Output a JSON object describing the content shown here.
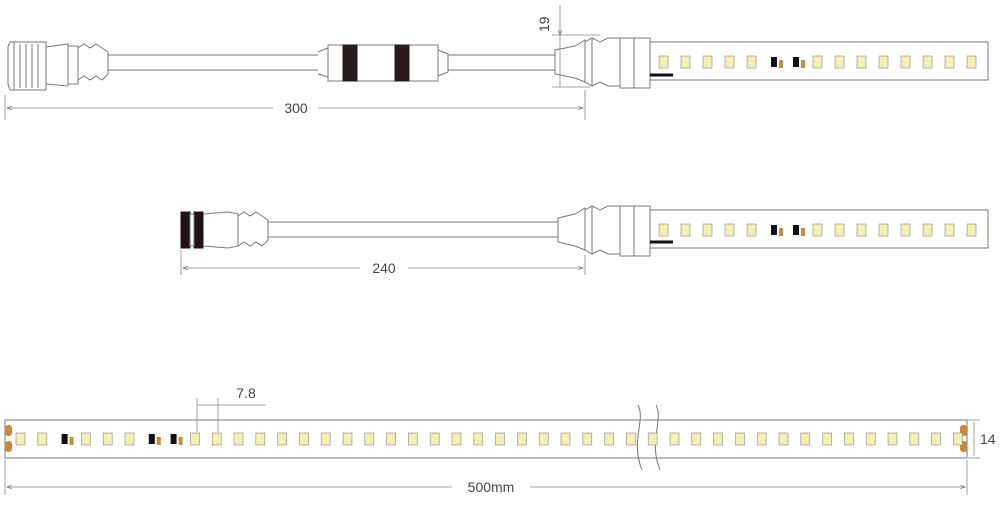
{
  "dimensions": {
    "cable_length_top": "300",
    "cable_length_mid": "240",
    "height_top": "19",
    "led_pitch": "7.8",
    "strip_length": "500mm",
    "strip_width": "14"
  },
  "colors": {
    "line": "#6f6f6f",
    "led": "#f4efb2",
    "resistor": "#111111",
    "copper": "#c98a3a"
  }
}
